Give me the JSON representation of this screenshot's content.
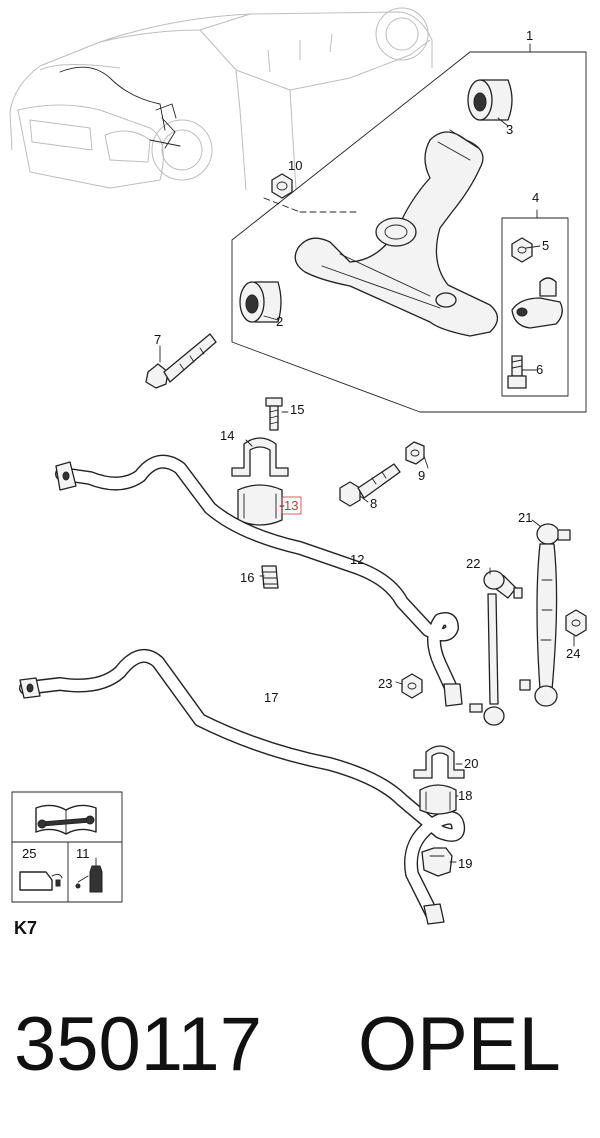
{
  "callouts": {
    "c1": "1",
    "c2": "2",
    "c3": "3",
    "c4": "4",
    "c5": "5",
    "c6": "6",
    "c7": "7",
    "c8": "8",
    "c9": "9",
    "c10": "10",
    "c11": "11",
    "c12": "12",
    "c13": "13",
    "c14": "14",
    "c15": "15",
    "c16": "16",
    "c17": "17",
    "c18": "18",
    "c19": "19",
    "c20": "20",
    "c21": "21",
    "c22": "22",
    "c23": "23",
    "c24": "24",
    "c25": "25"
  },
  "section_code": "K7",
  "footer": {
    "part_number": "350117",
    "brand": "OPEL"
  },
  "icons": {
    "manual": "service-manual-icon",
    "grease": "grease-can-icon",
    "adhesive": "adhesive-bottle-icon"
  },
  "highlight_color": "#d4323a"
}
